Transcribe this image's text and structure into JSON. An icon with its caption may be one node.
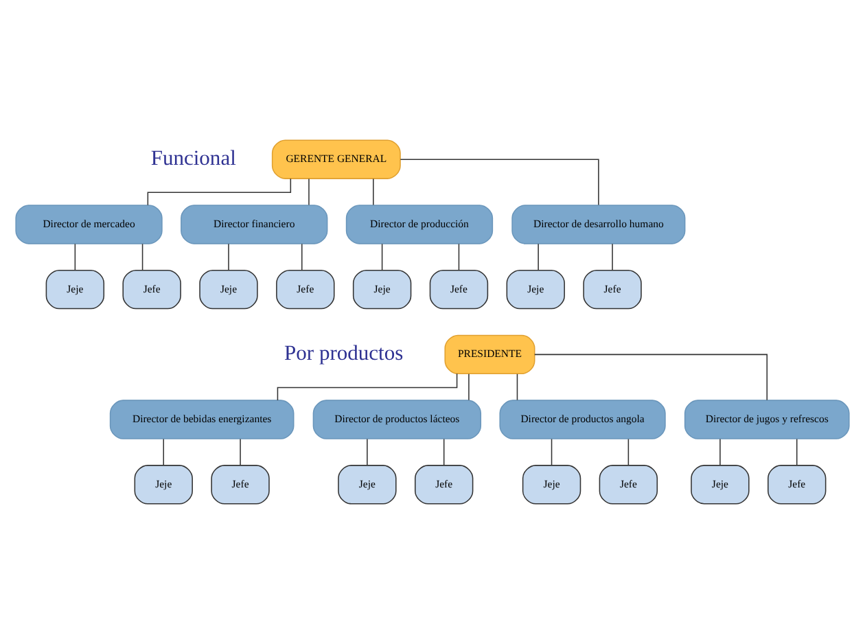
{
  "diagram": {
    "nodes": [
      {
        "text": [
          "GERENTE GENERAL"
        ]
      },
      {
        "text": [
          "Director de mercadeo"
        ]
      },
      {
        "text": [
          "Director financiero"
        ]
      },
      {
        "text": [
          "Director de producción"
        ]
      },
      {
        "text": [
          "Director de desarrollo humano"
        ]
      },
      {
        "text": [
          "Jeje"
        ]
      },
      {
        "text": [
          "Jefe"
        ]
      },
      {
        "text": [
          "Jeje"
        ]
      },
      {
        "text": [
          "Jefe"
        ]
      },
      {
        "text": [
          "Jeje"
        ]
      },
      {
        "text": [
          "Jefe"
        ]
      },
      {
        "text": [
          "Jeje"
        ]
      },
      {
        "text": [
          "Jefe"
        ]
      },
      {
        "text": [
          "PRESIDENTE"
        ]
      },
      {
        "text": [
          "Director de bebidas energizantes"
        ]
      },
      {
        "text": [
          "Director de productos lácteos"
        ]
      },
      {
        "text": [
          "Director de productos angola"
        ]
      },
      {
        "text": [
          "Director de jugos y refrescos"
        ]
      },
      {
        "text": [
          "Jeje"
        ]
      },
      {
        "text": [
          "Jefe"
        ]
      },
      {
        "text": [
          "Jeje"
        ]
      },
      {
        "text": [
          "Jefe"
        ]
      },
      {
        "text": [
          "Jeje"
        ]
      },
      {
        "text": [
          "Jefe"
        ]
      },
      {
        "text": [
          "Jeje"
        ]
      },
      {
        "text": [
          "Jefe"
        ]
      }
    ],
    "edges": [
      {
        "from": 0,
        "to": 1,
        "arrow": "none"
      },
      {
        "from": 0,
        "to": 2,
        "arrow": "none"
      },
      {
        "from": 0,
        "to": 3,
        "arrow": "none"
      },
      {
        "from": 0,
        "to": 4,
        "arrow": "none"
      },
      {
        "from": 1,
        "to": 5,
        "arrow": "none"
      },
      {
        "from": 1,
        "to": 6,
        "arrow": "none"
      },
      {
        "from": 2,
        "to": 7,
        "arrow": "none"
      },
      {
        "from": 2,
        "to": 8,
        "arrow": "none"
      },
      {
        "from": 3,
        "to": 9,
        "arrow": "none"
      },
      {
        "from": 3,
        "to": 10,
        "arrow": "none"
      },
      {
        "from": 4,
        "to": 11,
        "arrow": "none"
      },
      {
        "from": 4,
        "to": 12,
        "arrow": "none"
      },
      {
        "from": 13,
        "to": 14,
        "arrow": "none"
      },
      {
        "from": 13,
        "to": 15,
        "arrow": "none"
      },
      {
        "from": 13,
        "to": 16,
        "arrow": "none"
      },
      {
        "from": 13,
        "to": 17,
        "arrow": "none"
      },
      {
        "from": 14,
        "to": 18,
        "arrow": "none"
      },
      {
        "from": 14,
        "to": 19,
        "arrow": "none"
      },
      {
        "from": 15,
        "to": 20,
        "arrow": "none"
      },
      {
        "from": 15,
        "to": 21,
        "arrow": "none"
      },
      {
        "from": 16,
        "to": 22,
        "arrow": "none"
      },
      {
        "from": 16,
        "to": 23,
        "arrow": "none"
      },
      {
        "from": 17,
        "to": 24,
        "arrow": "none"
      },
      {
        "from": 17,
        "to": 25,
        "arrow": "none"
      }
    ],
    "labels": [
      "Funcional",
      "Por productos"
    ]
  }
}
